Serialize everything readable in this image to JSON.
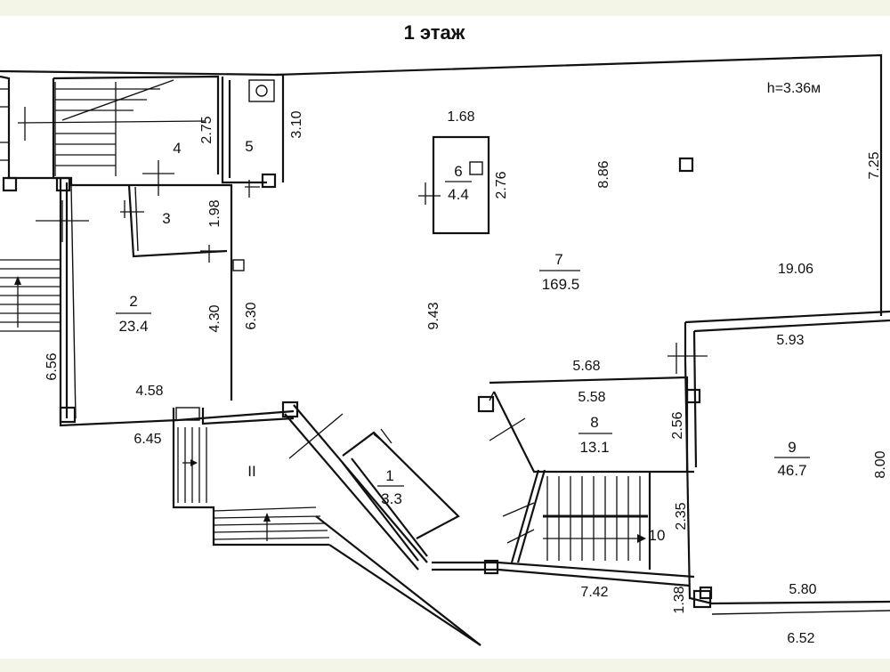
{
  "plan": {
    "title": "1 этаж",
    "ceiling_height": "h=3.36м",
    "stair_label": "II"
  },
  "rooms": [
    {
      "id": "r1",
      "number": "1",
      "area": "3.3"
    },
    {
      "id": "r2",
      "number": "2",
      "area": "23.4"
    },
    {
      "id": "r3",
      "number": "3",
      "area": ""
    },
    {
      "id": "r4",
      "number": "4",
      "area": ""
    },
    {
      "id": "r5",
      "number": "5",
      "area": ""
    },
    {
      "id": "r6",
      "number": "6",
      "area": "4.4"
    },
    {
      "id": "r7",
      "number": "7",
      "area": "169.5"
    },
    {
      "id": "r8",
      "number": "8",
      "area": "13.1"
    },
    {
      "id": "r9",
      "number": "9",
      "area": "46.7"
    },
    {
      "id": "r10",
      "number": "10",
      "area": ""
    }
  ],
  "dimensions": [
    {
      "id": "d1",
      "value": "2.75",
      "orientation": "vertical"
    },
    {
      "id": "d2",
      "value": "3.10",
      "orientation": "vertical"
    },
    {
      "id": "d3",
      "value": "1.68",
      "orientation": "horizontal"
    },
    {
      "id": "d4",
      "value": "2.76",
      "orientation": "vertical"
    },
    {
      "id": "d5",
      "value": "8.86",
      "orientation": "vertical"
    },
    {
      "id": "d6",
      "value": "7.25",
      "orientation": "vertical"
    },
    {
      "id": "d7",
      "value": "1.98",
      "orientation": "vertical"
    },
    {
      "id": "d8",
      "value": "19.06",
      "orientation": "horizontal"
    },
    {
      "id": "d9",
      "value": "4.30",
      "orientation": "vertical"
    },
    {
      "id": "d10",
      "value": "6.30",
      "orientation": "vertical"
    },
    {
      "id": "d11",
      "value": "9.43",
      "orientation": "vertical"
    },
    {
      "id": "d12",
      "value": "5.93",
      "orientation": "horizontal"
    },
    {
      "id": "d13",
      "value": "6.56",
      "orientation": "vertical"
    },
    {
      "id": "d14",
      "value": "5.68",
      "orientation": "horizontal"
    },
    {
      "id": "d15",
      "value": "4.58",
      "orientation": "horizontal"
    },
    {
      "id": "d16",
      "value": "5.58",
      "orientation": "horizontal"
    },
    {
      "id": "d17",
      "value": "6.45",
      "orientation": "horizontal"
    },
    {
      "id": "d18",
      "value": "2.56",
      "orientation": "vertical"
    },
    {
      "id": "d19",
      "value": "8.00",
      "orientation": "vertical"
    },
    {
      "id": "d20",
      "value": "2.35",
      "orientation": "vertical"
    },
    {
      "id": "d21",
      "value": "7.42",
      "orientation": "horizontal"
    },
    {
      "id": "d22",
      "value": "5.80",
      "orientation": "horizontal"
    },
    {
      "id": "d23",
      "value": "1.38",
      "orientation": "vertical"
    },
    {
      "id": "d24",
      "value": "6.52",
      "orientation": "horizontal"
    }
  ]
}
